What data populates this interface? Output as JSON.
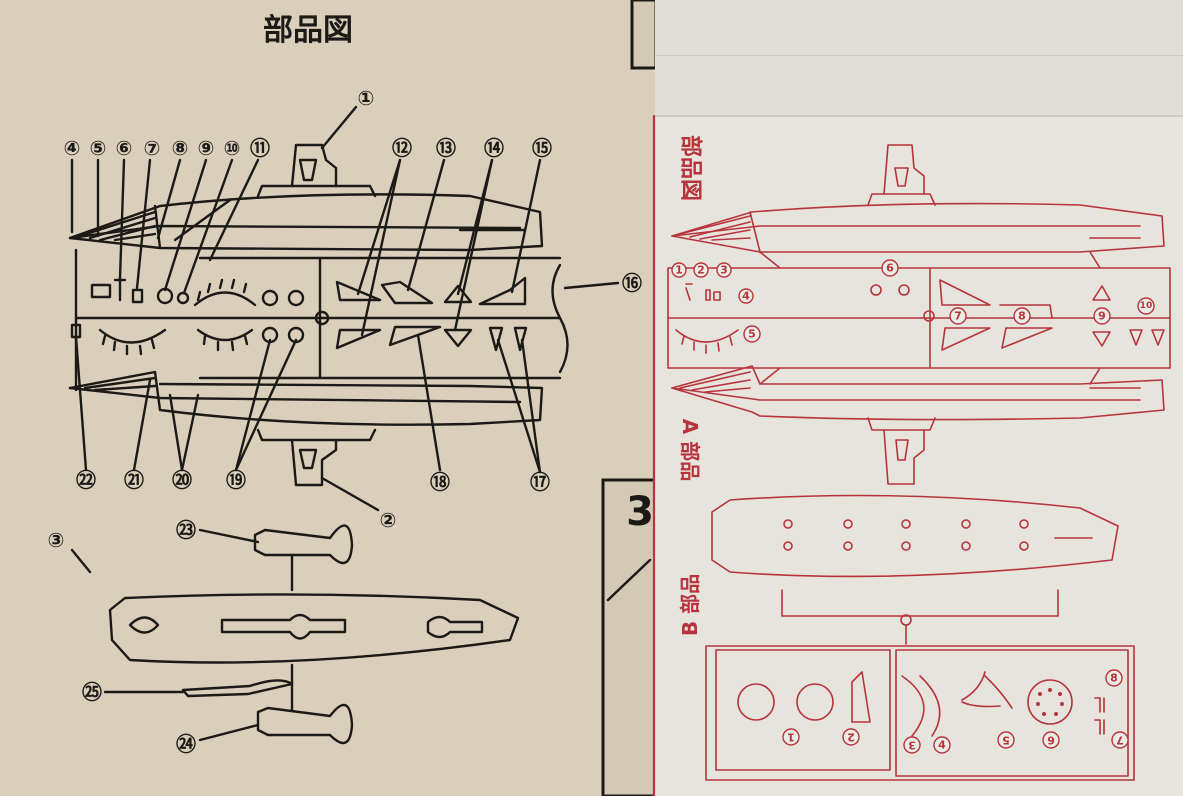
{
  "left_sheet": {
    "title": "部品図",
    "panel_number": "3",
    "callouts": [
      "①",
      "②",
      "③",
      "④",
      "⑤",
      "⑥",
      "⑦",
      "⑧",
      "⑨",
      "⑩",
      "⑪",
      "⑫",
      "⑬",
      "⑭",
      "⑮",
      "⑯",
      "⑰",
      "⑱",
      "⑲",
      "⑳",
      "㉑",
      "㉒",
      "㉓",
      "㉔",
      "㉕"
    ]
  },
  "right_sheet": {
    "title": "部品図",
    "runner_a_label": "A 部品",
    "runner_b_label": "B 部品",
    "runner_a_callouts": [
      "1",
      "2",
      "3",
      "4",
      "5",
      "6",
      "7",
      "8",
      "9",
      "10"
    ],
    "runner_b_callouts": [
      "1",
      "2",
      "3",
      "4",
      "5",
      "6",
      "7",
      "8"
    ]
  },
  "colors": {
    "paper_left": "#d9cfbb",
    "paper_right": "#e6e4dc",
    "ink": "#1c1a17",
    "red_print": "#b8343d"
  }
}
